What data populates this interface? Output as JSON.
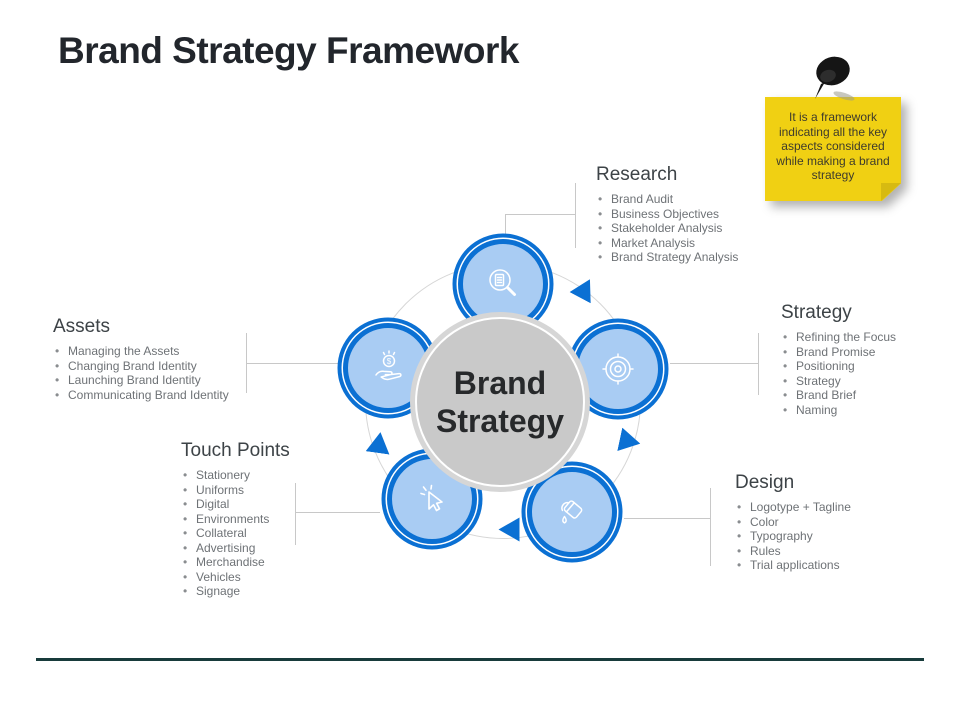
{
  "slide": {
    "title": "Brand Strategy Framework"
  },
  "sticky_note": {
    "text": "It is a framework indicating all the key aspects considered while making a brand strategy"
  },
  "diagram": {
    "center_label": "Brand Strategy",
    "nodes": [
      {
        "id": "research",
        "icon": "magnifier-document-icon"
      },
      {
        "id": "strategy",
        "icon": "target-icon"
      },
      {
        "id": "design",
        "icon": "paint-bucket-icon"
      },
      {
        "id": "touch-points",
        "icon": "cursor-click-icon"
      },
      {
        "id": "assets",
        "icon": "hand-coin-icon"
      }
    ]
  },
  "sections": {
    "research": {
      "heading": "Research",
      "items": [
        "Brand Audit",
        "Business Objectives",
        "Stakeholder Analysis",
        "Market Analysis",
        "Brand Strategy Analysis"
      ]
    },
    "strategy": {
      "heading": "Strategy",
      "items": [
        "Refining the Focus",
        "Brand Promise",
        "Positioning",
        "Strategy",
        "Brand Brief",
        "Naming"
      ]
    },
    "design": {
      "heading": "Design",
      "items": [
        "Logotype + Tagline",
        "Color",
        "Typography",
        "Rules",
        "Trial applications"
      ]
    },
    "touch_points": {
      "heading": "Touch Points",
      "items": [
        "Stationery",
        "Uniforms",
        "Digital",
        "Environments",
        "Collateral",
        "Advertising",
        "Merchandise",
        "Vehicles",
        "Signage"
      ]
    },
    "assets": {
      "heading": "Assets",
      "items": [
        "Managing the Assets",
        "Changing Brand Identity",
        "Launching Brand Identity",
        "Communicating Brand Identity"
      ]
    }
  },
  "colors": {
    "accent_blue": "#0b70d3",
    "light_blue": "#a9ccf3",
    "center_gray": "#c9c9c9",
    "sticky_yellow": "#f0d013",
    "footer_line": "#183b3b"
  }
}
